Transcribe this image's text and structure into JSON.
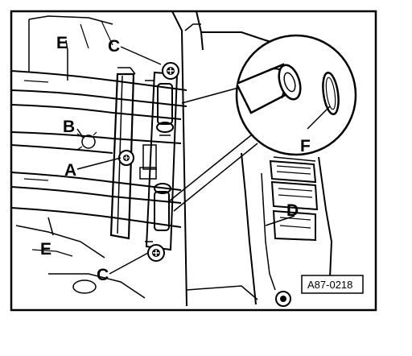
{
  "labels": {
    "A": "A",
    "B": "B",
    "C_top": "C",
    "C_bottom": "C",
    "D": "D",
    "E_top": "E",
    "E_bottom": "E",
    "F": "F"
  },
  "reference_code": "A87-0218"
}
